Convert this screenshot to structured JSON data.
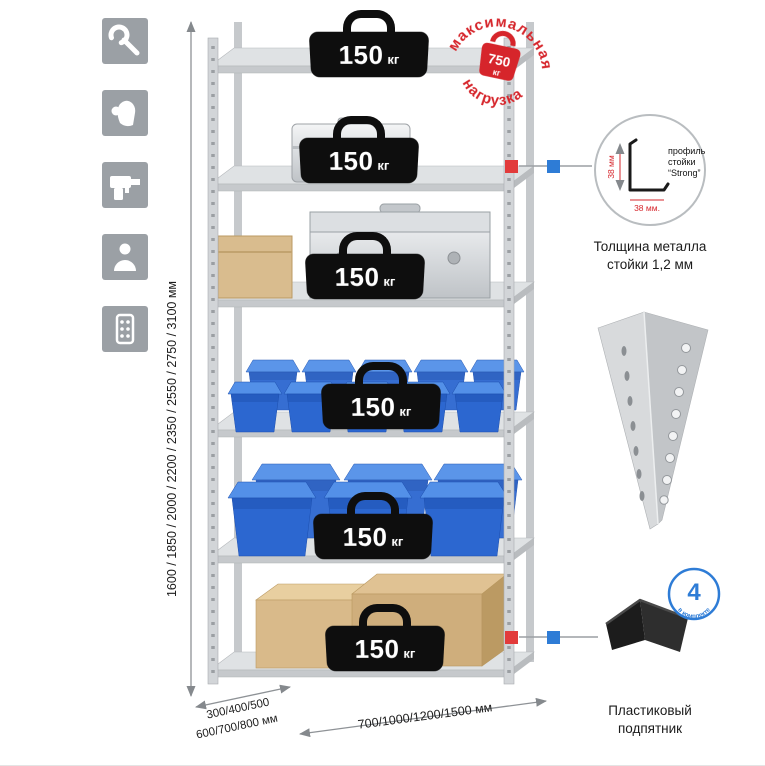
{
  "sidebar": {
    "icons": [
      {
        "name": "wrench-icon"
      },
      {
        "name": "gloves-icon"
      },
      {
        "name": "drill-icon"
      },
      {
        "name": "person-icon"
      },
      {
        "name": "rack-post-icon"
      }
    ]
  },
  "rack": {
    "shelf_count": 6,
    "load_value": "150",
    "load_unit": "кг"
  },
  "stamp": {
    "arc_top": "максимальная",
    "arc_bottom": "нагрузка",
    "weight_value": "750",
    "weight_unit": "кг"
  },
  "profile_callout": {
    "label_lines": [
      "профиль",
      "стойки",
      "“Strong”"
    ],
    "dim_v": "38 мм",
    "dim_h": "38 мм.",
    "caption_lines": [
      "Толщина металла",
      "стойки 1,2 мм"
    ]
  },
  "foot": {
    "badge_value": "4",
    "badge_arc": "в комплекте",
    "caption_lines": [
      "Пластиковый",
      "подпятник"
    ]
  },
  "dimensions": {
    "height": "1600 / 1850 / 2000 / 2200 / 2350 / 2550 / 2750 / 3100 мм",
    "depth_line1": "300/400/500",
    "depth_line2": "600/700/800 мм",
    "width": "700/1000/1200/1500 мм"
  },
  "colors": {
    "stamp_red": "#d6252b",
    "marker_red": "#e23b3b",
    "marker_blue": "#2e7cd6",
    "bin_blue": "#2c67d0",
    "metal_gray": "#d2d5d8"
  }
}
